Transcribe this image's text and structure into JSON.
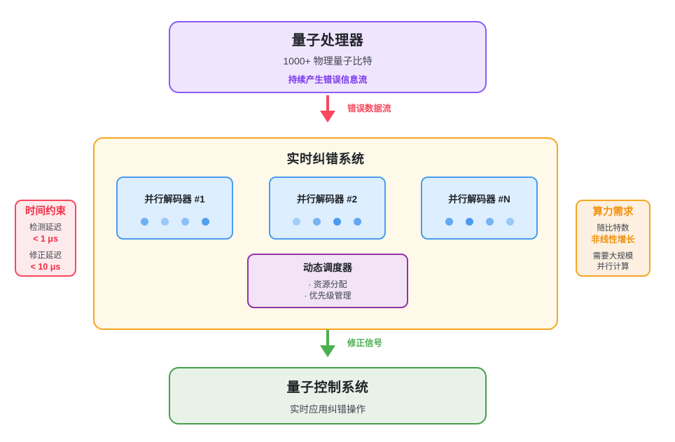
{
  "diagram": {
    "processor": {
      "title": "量子处理器",
      "subtitle": "1000+ 物理量子比特",
      "note": "持续产生错误信息流",
      "border_color": "#8b5cf6",
      "fill_color": "#efe5fd",
      "note_color": "#7c3aed"
    },
    "arrow_error": {
      "label": "错误数据流",
      "color": "#f8485e"
    },
    "correction_system": {
      "title": "实时纠错系统",
      "border_color": "#f5a623",
      "fill_color": "#fef9e8",
      "decoders": [
        {
          "label": "并行解码器 #1",
          "dots": [
            0.75,
            0.45,
            0.55,
            0.95
          ]
        },
        {
          "label": "并行解码器 #2",
          "dots": [
            0.4,
            0.7,
            1.0,
            0.85
          ]
        },
        {
          "label": "并行解码器 #N",
          "dots": [
            0.85,
            1.0,
            0.7,
            0.45
          ]
        }
      ],
      "decoder_border_color": "#4a9bf0",
      "decoder_fill_color": "#ddeeff",
      "dot_color": "#4a9bf0",
      "scheduler": {
        "title": "动态调度器",
        "items": [
          "· 资源分配",
          "· 优先级管理"
        ],
        "border_color": "#9333a8",
        "fill_color": "#f2e3f7"
      }
    },
    "time_constraint": {
      "title": "时间约束",
      "line1": "检测延迟",
      "value1": "< 1 μs",
      "line2": "修正延迟",
      "value2": "< 10 μs",
      "border_color": "#f8485e",
      "fill_color": "#fdeaec",
      "accent_color": "#f22f45"
    },
    "compute_demand": {
      "title": "算力需求",
      "line1": "随比特数",
      "value1": "非线性增长",
      "line2": "需要大规模",
      "line3": "并行计算",
      "border_color": "#f5a623",
      "fill_color": "#fdf0e0",
      "accent_color": "#f0920f"
    },
    "arrow_fix": {
      "label": "修正信号",
      "color": "#4caf50"
    },
    "control_system": {
      "title": "量子控制系统",
      "subtitle": "实时应用纠错操作",
      "border_color": "#45a049",
      "fill_color": "#e9f2e9"
    }
  }
}
